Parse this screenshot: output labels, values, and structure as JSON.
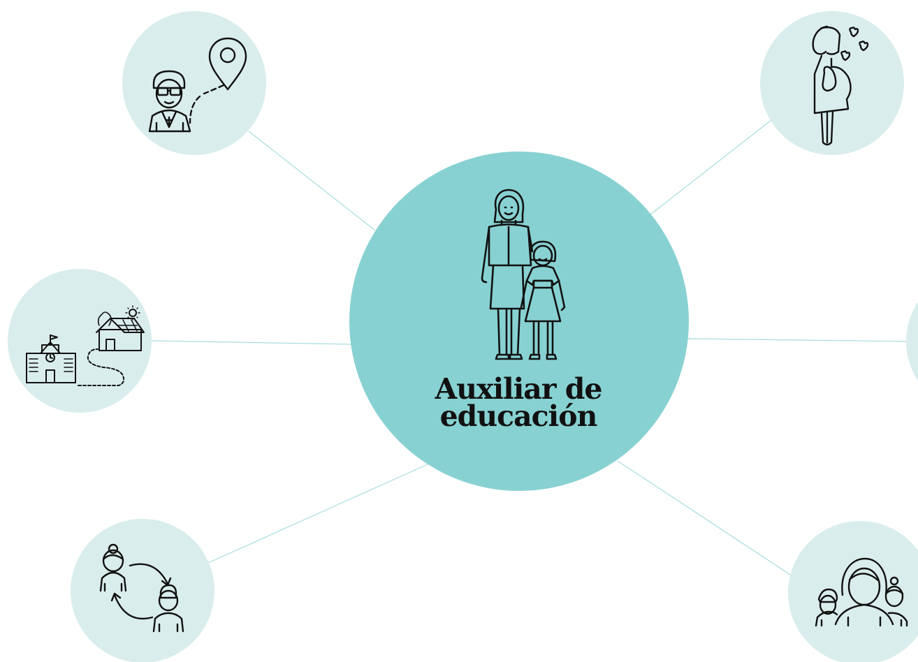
{
  "center": {
    "title_line1": "Auxiliar de",
    "title_line2": "educación",
    "icon": "teacher-with-child-icon"
  },
  "satellites": [
    {
      "icon": "teacher-location-pin-icon"
    },
    {
      "icon": "pregnant-woman-icon"
    },
    {
      "icon": "school-to-home-route-icon"
    },
    {
      "icon": "person-partially-visible"
    },
    {
      "icon": "staff-exchange-icon"
    },
    {
      "icon": "family-group-icon"
    }
  ],
  "colors": {
    "background": "#ffffff",
    "center_fill": "#88d1d2",
    "satellite_fill": "#d9edec",
    "connector": "#a9dcdc",
    "stroke": "#111111"
  }
}
